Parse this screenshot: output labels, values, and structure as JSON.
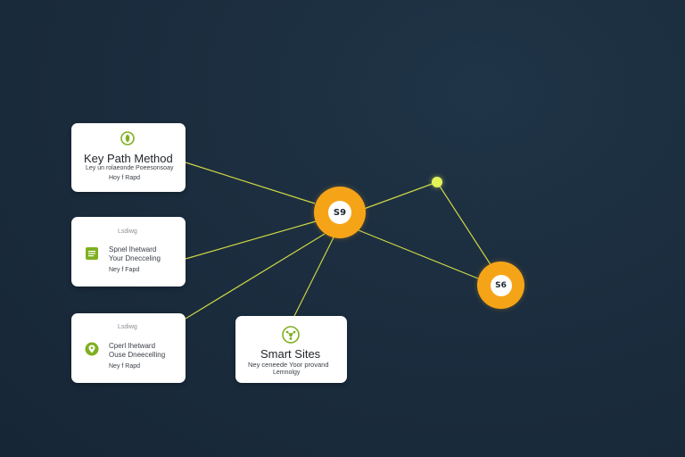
{
  "colors": {
    "background": "#1b2d3e",
    "connector": "#d7df45",
    "node_fill": "#f6a417",
    "accent_green": "#7fb021",
    "card_bg": "#ffffff"
  },
  "cards": [
    {
      "id": "key-path",
      "icon": "leaf-icon",
      "title": "Key Path Method",
      "line1": "Ley un rolaeonde Poeesonsoay",
      "line2": "Hoy f Rapd"
    },
    {
      "id": "spnel",
      "icon": "document-icon",
      "eyebrow": "Lsdiwg",
      "line1": "Spnel Ihetward",
      "line2": "Your Dnecceling",
      "line3": "Ney f Fapd"
    },
    {
      "id": "cperl",
      "icon": "location-pin-icon",
      "eyebrow": "Lsdiwg",
      "line1": "Cperl Ihetward",
      "line2": "Ouse Dneecelling",
      "line3": "Ney f Rapd"
    },
    {
      "id": "smart-sites",
      "icon": "network-icon",
      "title": "Smart Sites",
      "line1": "Ney ceneede Yoor provand",
      "line2": "Lemnolgy"
    }
  ],
  "nodes": {
    "main": {
      "label": "S9"
    },
    "secondary": {
      "label": "S6"
    }
  }
}
